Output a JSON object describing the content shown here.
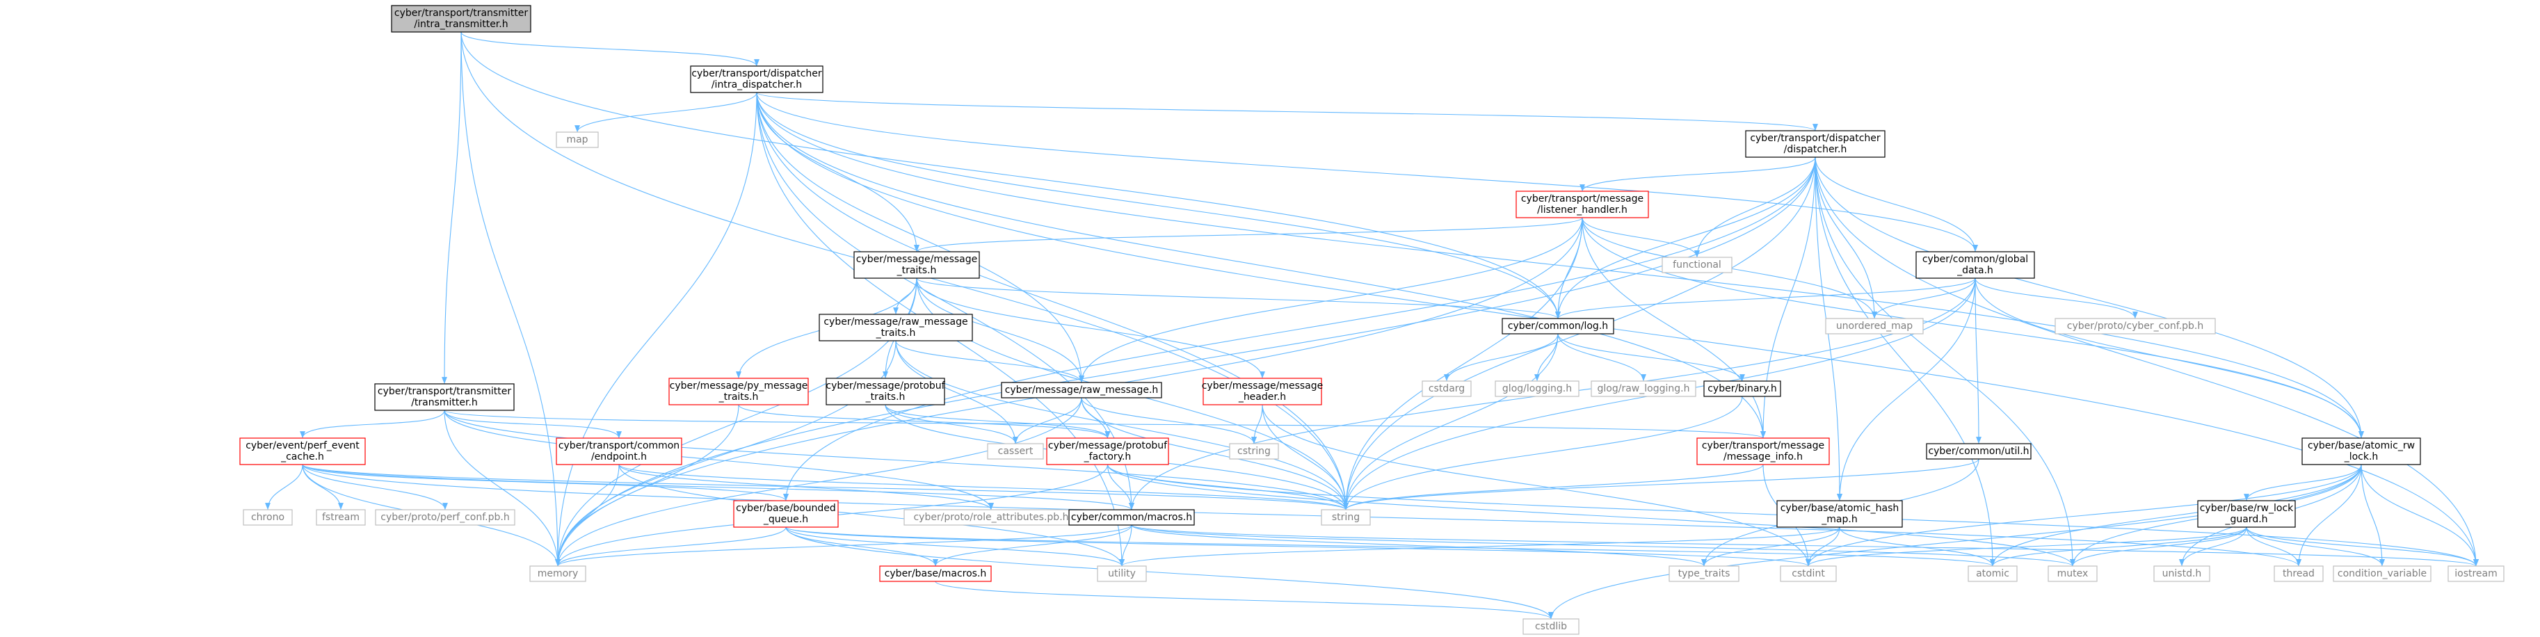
{
  "colors": {
    "edge": "#63b8ff",
    "root_fill": "#bfbfbf",
    "doc_border": "#000000",
    "undoc_border": "#ff0000",
    "external_border": "#bfbfbf",
    "external_text": "#7f7f7f"
  },
  "nodes": [
    {
      "id": "n_intra_transmitter",
      "kind": "root",
      "lines": [
        "cyber/transport/transmitter",
        "/intra_transmitter.h"
      ]
    },
    {
      "id": "n_intra_dispatcher",
      "kind": "doc",
      "lines": [
        "cyber/transport/dispatcher",
        "/intra_dispatcher.h"
      ]
    },
    {
      "id": "n_transmitter",
      "kind": "doc",
      "lines": [
        "cyber/transport/transmitter",
        "/transmitter.h"
      ]
    },
    {
      "id": "n_dispatcher",
      "kind": "doc",
      "lines": [
        "cyber/transport/dispatcher",
        "/dispatcher.h"
      ]
    },
    {
      "id": "n_map",
      "kind": "ext",
      "lines": [
        "map"
      ]
    },
    {
      "id": "n_listener_handler",
      "kind": "undoc",
      "lines": [
        "cyber/transport/message",
        "/listener_handler.h"
      ]
    },
    {
      "id": "n_message_traits",
      "kind": "doc",
      "lines": [
        "cyber/message/message",
        "_traits.h"
      ]
    },
    {
      "id": "n_functional",
      "kind": "ext",
      "lines": [
        "functional"
      ]
    },
    {
      "id": "n_global_data",
      "kind": "doc",
      "lines": [
        "cyber/common/global",
        "_data.h"
      ]
    },
    {
      "id": "n_raw_message_traits",
      "kind": "doc",
      "lines": [
        "cyber/message/raw_message",
        "_traits.h"
      ]
    },
    {
      "id": "n_log",
      "kind": "doc",
      "lines": [
        "cyber/common/log.h"
      ]
    },
    {
      "id": "n_unordered_map",
      "kind": "ext",
      "lines": [
        "unordered_map"
      ]
    },
    {
      "id": "n_cyber_conf",
      "kind": "ext",
      "lines": [
        "cyber/proto/cyber_conf.pb.h"
      ]
    },
    {
      "id": "n_py_message_traits",
      "kind": "undoc",
      "lines": [
        "cyber/message/py_message",
        "_traits.h"
      ]
    },
    {
      "id": "n_protobuf_traits",
      "kind": "doc",
      "lines": [
        "cyber/message/protobuf",
        "_traits.h"
      ]
    },
    {
      "id": "n_raw_message",
      "kind": "doc",
      "lines": [
        "cyber/message/raw_message.h"
      ]
    },
    {
      "id": "n_message_header",
      "kind": "undoc",
      "lines": [
        "cyber/message/message",
        "_header.h"
      ]
    },
    {
      "id": "n_cstdarg",
      "kind": "ext",
      "lines": [
        "cstdarg"
      ]
    },
    {
      "id": "n_glog_logging",
      "kind": "ext",
      "lines": [
        "glog/logging.h"
      ]
    },
    {
      "id": "n_glog_raw_logging",
      "kind": "ext",
      "lines": [
        "glog/raw_logging.h"
      ]
    },
    {
      "id": "n_binary",
      "kind": "doc",
      "lines": [
        "cyber/binary.h"
      ]
    },
    {
      "id": "n_perf_event_cache",
      "kind": "undoc",
      "lines": [
        "cyber/event/perf_event",
        "_cache.h"
      ]
    },
    {
      "id": "n_endpoint",
      "kind": "undoc",
      "lines": [
        "cyber/transport/common",
        "/endpoint.h"
      ]
    },
    {
      "id": "n_cassert",
      "kind": "ext",
      "lines": [
        "cassert"
      ]
    },
    {
      "id": "n_protobuf_factory",
      "kind": "undoc",
      "lines": [
        "cyber/message/protobuf",
        "_factory.h"
      ]
    },
    {
      "id": "n_cstring",
      "kind": "ext",
      "lines": [
        "cstring"
      ]
    },
    {
      "id": "n_message_info",
      "kind": "undoc",
      "lines": [
        "cyber/transport/message",
        "/message_info.h"
      ]
    },
    {
      "id": "n_util",
      "kind": "doc",
      "lines": [
        "cyber/common/util.h"
      ]
    },
    {
      "id": "n_atomic_rw_lock",
      "kind": "doc",
      "lines": [
        "cyber/base/atomic_rw",
        "_lock.h"
      ]
    },
    {
      "id": "n_chrono",
      "kind": "ext",
      "lines": [
        "chrono"
      ]
    },
    {
      "id": "n_fstream",
      "kind": "ext",
      "lines": [
        "fstream"
      ]
    },
    {
      "id": "n_perf_conf",
      "kind": "ext",
      "lines": [
        "cyber/proto/perf_conf.pb.h"
      ]
    },
    {
      "id": "n_bounded_queue",
      "kind": "undoc",
      "lines": [
        "cyber/base/bounded",
        "_queue.h"
      ]
    },
    {
      "id": "n_role_attributes",
      "kind": "ext",
      "lines": [
        "cyber/proto/role_attributes.pb.h"
      ]
    },
    {
      "id": "n_string",
      "kind": "ext",
      "lines": [
        "string"
      ]
    },
    {
      "id": "n_common_macros",
      "kind": "doc",
      "lines": [
        "cyber/common/macros.h"
      ]
    },
    {
      "id": "n_atomic_hash_map",
      "kind": "doc",
      "lines": [
        "cyber/base/atomic_hash",
        "_map.h"
      ]
    },
    {
      "id": "n_rw_lock_guard",
      "kind": "doc",
      "lines": [
        "cyber/base/rw_lock",
        "_guard.h"
      ]
    },
    {
      "id": "n_memory",
      "kind": "ext",
      "lines": [
        "memory"
      ]
    },
    {
      "id": "n_base_macros",
      "kind": "undoc",
      "lines": [
        "cyber/base/macros.h"
      ]
    },
    {
      "id": "n_utility",
      "kind": "ext",
      "lines": [
        "utility"
      ]
    },
    {
      "id": "n_type_traits",
      "kind": "ext",
      "lines": [
        "type_traits"
      ]
    },
    {
      "id": "n_cstdint",
      "kind": "ext",
      "lines": [
        "cstdint"
      ]
    },
    {
      "id": "n_atomic",
      "kind": "ext",
      "lines": [
        "atomic"
      ]
    },
    {
      "id": "n_mutex",
      "kind": "ext",
      "lines": [
        "mutex"
      ]
    },
    {
      "id": "n_unistd",
      "kind": "ext",
      "lines": [
        "unistd.h"
      ]
    },
    {
      "id": "n_thread",
      "kind": "ext",
      "lines": [
        "thread"
      ]
    },
    {
      "id": "n_condition_variable",
      "kind": "ext",
      "lines": [
        "condition_variable"
      ]
    },
    {
      "id": "n_iostream",
      "kind": "ext",
      "lines": [
        "iostream"
      ]
    },
    {
      "id": "n_cstdlib",
      "kind": "ext",
      "lines": [
        "cstdlib"
      ]
    }
  ],
  "edges": [
    [
      "n_intra_transmitter",
      "n_intra_dispatcher"
    ],
    [
      "n_intra_transmitter",
      "n_transmitter"
    ],
    [
      "n_intra_transmitter",
      "n_memory"
    ],
    [
      "n_intra_transmitter",
      "n_string"
    ],
    [
      "n_intra_transmitter",
      "n_log"
    ],
    [
      "n_intra_dispatcher",
      "n_dispatcher"
    ],
    [
      "n_intra_dispatcher",
      "n_map"
    ],
    [
      "n_intra_dispatcher",
      "n_message_traits"
    ],
    [
      "n_intra_dispatcher",
      "n_raw_message"
    ],
    [
      "n_intra_dispatcher",
      "n_global_data"
    ],
    [
      "n_intra_dispatcher",
      "n_log"
    ],
    [
      "n_intra_dispatcher",
      "n_memory"
    ],
    [
      "n_intra_dispatcher",
      "n_string"
    ],
    [
      "n_intra_dispatcher",
      "n_message_info"
    ],
    [
      "n_intra_dispatcher",
      "n_atomic_rw_lock"
    ],
    [
      "n_intra_dispatcher",
      "n_utility"
    ],
    [
      "n_intra_dispatcher",
      "n_iostream"
    ],
    [
      "n_intra_dispatcher",
      "n_common_macros"
    ],
    [
      "n_transmitter",
      "n_perf_event_cache"
    ],
    [
      "n_transmitter",
      "n_endpoint"
    ],
    [
      "n_transmitter",
      "n_message_info"
    ],
    [
      "n_transmitter",
      "n_memory"
    ],
    [
      "n_transmitter",
      "n_string"
    ],
    [
      "n_transmitter",
      "n_role_attributes"
    ],
    [
      "n_dispatcher",
      "n_listener_handler"
    ],
    [
      "n_dispatcher",
      "n_functional"
    ],
    [
      "n_dispatcher",
      "n_global_data"
    ],
    [
      "n_dispatcher",
      "n_log"
    ],
    [
      "n_dispatcher",
      "n_unordered_map"
    ],
    [
      "n_dispatcher",
      "n_message_info"
    ],
    [
      "n_dispatcher",
      "n_atomic_rw_lock"
    ],
    [
      "n_dispatcher",
      "n_atomic_hash_map"
    ],
    [
      "n_dispatcher",
      "n_memory"
    ],
    [
      "n_dispatcher",
      "n_string"
    ],
    [
      "n_dispatcher",
      "n_mutex"
    ],
    [
      "n_dispatcher",
      "n_atomic"
    ],
    [
      "n_dispatcher",
      "n_iostream"
    ],
    [
      "n_dispatcher",
      "n_bounded_queue"
    ],
    [
      "n_listener_handler",
      "n_message_traits"
    ],
    [
      "n_listener_handler",
      "n_raw_message"
    ],
    [
      "n_listener_handler",
      "n_log"
    ],
    [
      "n_listener_handler",
      "n_functional"
    ],
    [
      "n_listener_handler",
      "n_unordered_map"
    ],
    [
      "n_listener_handler",
      "n_message_info"
    ],
    [
      "n_listener_handler",
      "n_atomic_rw_lock"
    ],
    [
      "n_listener_handler",
      "n_memory"
    ],
    [
      "n_listener_handler",
      "n_string"
    ],
    [
      "n_message_traits",
      "n_raw_message_traits"
    ],
    [
      "n_message_traits",
      "n_py_message_traits"
    ],
    [
      "n_message_traits",
      "n_protobuf_traits"
    ],
    [
      "n_message_traits",
      "n_raw_message"
    ],
    [
      "n_message_traits",
      "n_message_header"
    ],
    [
      "n_message_traits",
      "n_log"
    ],
    [
      "n_message_traits",
      "n_string"
    ],
    [
      "n_message_traits",
      "n_memory"
    ],
    [
      "n_raw_message_traits",
      "n_raw_message"
    ],
    [
      "n_raw_message_traits",
      "n_cassert"
    ],
    [
      "n_raw_message_traits",
      "n_string"
    ],
    [
      "n_raw_message_traits",
      "n_memory"
    ],
    [
      "n_py_message_traits",
      "n_protobuf_factory"
    ],
    [
      "n_py_message_traits",
      "n_memory"
    ],
    [
      "n_protobuf_traits",
      "n_protobuf_factory"
    ],
    [
      "n_protobuf_traits",
      "n_cassert"
    ],
    [
      "n_protobuf_traits",
      "n_string"
    ],
    [
      "n_raw_message",
      "n_cassert"
    ],
    [
      "n_raw_message",
      "n_cstring"
    ],
    [
      "n_raw_message",
      "n_memory"
    ],
    [
      "n_raw_message",
      "n_string"
    ],
    [
      "n_raw_message",
      "n_protobuf_factory"
    ],
    [
      "n_message_header",
      "n_cstring"
    ],
    [
      "n_message_header",
      "n_string"
    ],
    [
      "n_message_header",
      "n_cstdint"
    ],
    [
      "n_log",
      "n_cstdarg"
    ],
    [
      "n_log",
      "n_glog_logging"
    ],
    [
      "n_log",
      "n_glog_raw_logging"
    ],
    [
      "n_log",
      "n_binary"
    ],
    [
      "n_log",
      "n_string"
    ],
    [
      "n_binary",
      "n_string"
    ],
    [
      "n_global_data",
      "n_unordered_map"
    ],
    [
      "n_global_data",
      "n_cyber_conf"
    ],
    [
      "n_global_data",
      "n_log"
    ],
    [
      "n_global_data",
      "n_util"
    ],
    [
      "n_global_data",
      "n_atomic_rw_lock"
    ],
    [
      "n_global_data",
      "n_atomic_hash_map"
    ],
    [
      "n_global_data",
      "n_common_macros"
    ],
    [
      "n_global_data",
      "n_string"
    ],
    [
      "n_util",
      "n_string"
    ],
    [
      "n_util",
      "n_type_traits"
    ],
    [
      "n_perf_event_cache",
      "n_chrono"
    ],
    [
      "n_perf_event_cache",
      "n_fstream"
    ],
    [
      "n_perf_event_cache",
      "n_perf_conf"
    ],
    [
      "n_perf_event_cache",
      "n_bounded_queue"
    ],
    [
      "n_perf_event_cache",
      "n_common_macros"
    ],
    [
      "n_perf_event_cache",
      "n_memory"
    ],
    [
      "n_perf_event_cache",
      "n_string"
    ],
    [
      "n_perf_event_cache",
      "n_thread"
    ],
    [
      "n_endpoint",
      "n_role_attributes"
    ],
    [
      "n_endpoint",
      "n_memory"
    ],
    [
      "n_endpoint",
      "n_string"
    ],
    [
      "n_endpoint",
      "n_utility"
    ],
    [
      "n_protobuf_factory",
      "n_common_macros"
    ],
    [
      "n_protobuf_factory",
      "n_memory"
    ],
    [
      "n_protobuf_factory",
      "n_mutex"
    ],
    [
      "n_protobuf_factory",
      "n_string"
    ],
    [
      "n_protobuf_factory",
      "n_iostream"
    ],
    [
      "n_message_info",
      "n_cstdint"
    ],
    [
      "n_message_info",
      "n_string"
    ],
    [
      "n_bounded_queue",
      "n_base_macros"
    ],
    [
      "n_bounded_queue",
      "n_memory"
    ],
    [
      "n_bounded_queue",
      "n_utility"
    ],
    [
      "n_bounded_queue",
      "n_cstdint"
    ],
    [
      "n_bounded_queue",
      "n_cstdlib"
    ],
    [
      "n_bounded_queue",
      "n_atomic"
    ],
    [
      "n_common_macros",
      "n_base_macros"
    ],
    [
      "n_common_macros",
      "n_memory"
    ],
    [
      "n_common_macros",
      "n_utility"
    ],
    [
      "n_common_macros",
      "n_type_traits"
    ],
    [
      "n_common_macros",
      "n_mutex"
    ],
    [
      "n_common_macros",
      "n_iostream"
    ],
    [
      "n_base_macros",
      "n_cstdlib"
    ],
    [
      "n_atomic_hash_map",
      "n_cstdint"
    ],
    [
      "n_atomic_hash_map",
      "n_type_traits"
    ],
    [
      "n_atomic_hash_map",
      "n_utility"
    ],
    [
      "n_atomic_hash_map",
      "n_atomic"
    ],
    [
      "n_atomic_rw_lock",
      "n_rw_lock_guard"
    ],
    [
      "n_atomic_rw_lock",
      "n_cstdint"
    ],
    [
      "n_atomic_rw_lock",
      "n_cstdlib"
    ],
    [
      "n_atomic_rw_lock",
      "n_atomic"
    ],
    [
      "n_atomic_rw_lock",
      "n_mutex"
    ],
    [
      "n_atomic_rw_lock",
      "n_unistd"
    ],
    [
      "n_atomic_rw_lock",
      "n_thread"
    ],
    [
      "n_atomic_rw_lock",
      "n_condition_variable"
    ],
    [
      "n_atomic_rw_lock",
      "n_iostream"
    ],
    [
      "n_rw_lock_guard",
      "n_cstdint"
    ],
    [
      "n_rw_lock_guard",
      "n_unistd"
    ],
    [
      "n_rw_lock_guard",
      "n_atomic"
    ],
    [
      "n_rw_lock_guard",
      "n_condition_variable"
    ],
    [
      "n_rw_lock_guard",
      "n_iostream"
    ],
    [
      "n_rw_lock_guard",
      "n_mutex"
    ],
    [
      "n_rw_lock_guard",
      "n_thread"
    ]
  ]
}
